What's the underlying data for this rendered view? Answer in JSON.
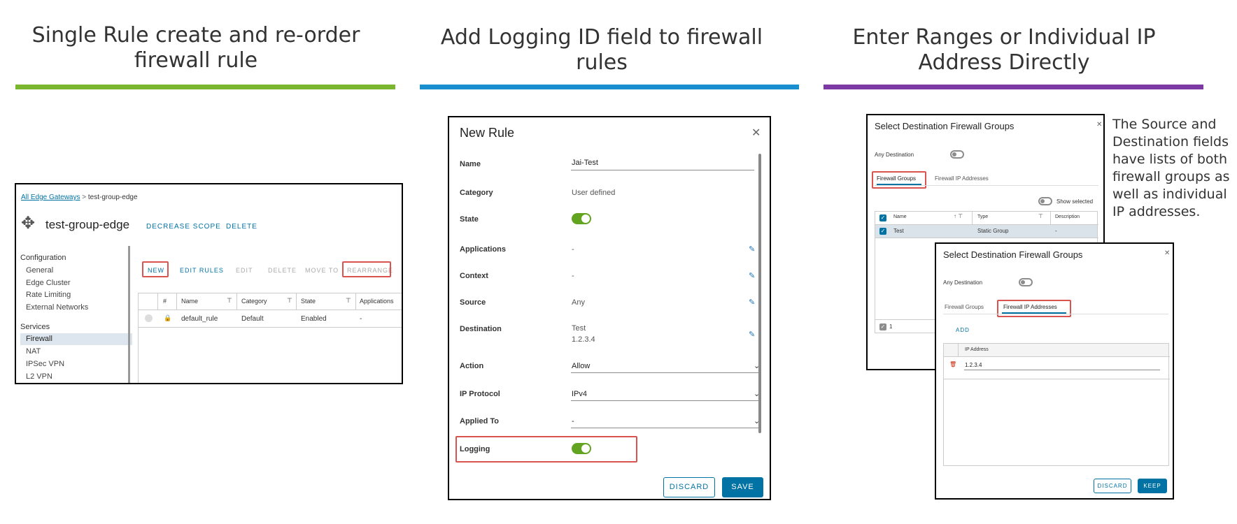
{
  "columns": [
    {
      "title": "Single Rule create and re-order firewall rule",
      "color": "#7ab72f"
    },
    {
      "title": "Add Logging ID field to firewall rules",
      "color": "#1a8fcf"
    },
    {
      "title": "Enter Ranges or Individual IP Address Directly",
      "color": "#7d3aa5"
    }
  ],
  "colors": {
    "accent": "#0072a3",
    "toggle_on": "#62a420",
    "highlight": "#d9534f"
  },
  "edge": {
    "breadcrumb_link": "All Edge Gateways",
    "breadcrumb_sep": ">",
    "breadcrumb_current": "test-group-edge",
    "title": "test-group-edge",
    "icon": "move-arrows-icon",
    "actions": [
      "DECREASE SCOPE",
      "DELETE"
    ],
    "config_heading": "Configuration",
    "config_items": [
      "General",
      "Edge Cluster",
      "Rate Limiting",
      "External Networks"
    ],
    "services_heading": "Services",
    "services_items": [
      "Firewall",
      "NAT",
      "IPSec VPN",
      "L2 VPN"
    ],
    "toolbar": {
      "new": "NEW",
      "edit_rules": "EDIT RULES",
      "edit": "EDIT",
      "delete": "DELETE",
      "move_to": "MOVE TO",
      "rearrange": "REARRANGE"
    },
    "table_headers": [
      "#",
      "Name",
      "Category",
      "State",
      "Applications"
    ],
    "row": {
      "name": "default_rule",
      "category": "Default",
      "state": "Enabled",
      "applications": "-"
    }
  },
  "rule": {
    "title": "New Rule",
    "fields": {
      "name": {
        "label": "Name",
        "value": "Jai-Test"
      },
      "category": {
        "label": "Category",
        "value": "User defined"
      },
      "state": {
        "label": "State"
      },
      "applications": {
        "label": "Applications",
        "value": "-"
      },
      "context": {
        "label": "Context",
        "value": "-"
      },
      "source": {
        "label": "Source",
        "value": "Any"
      },
      "destination": {
        "label": "Destination",
        "value1": "Test",
        "value2": "1.2.3.4"
      },
      "action": {
        "label": "Action",
        "value": "Allow"
      },
      "ip_protocol": {
        "label": "IP Protocol",
        "value": "IPv4"
      },
      "applied_to": {
        "label": "Applied To",
        "value": "-"
      },
      "logging": {
        "label": "Logging"
      }
    },
    "discard": "DISCARD",
    "save": "SAVE"
  },
  "dest1": {
    "title": "Select Destination Firewall Groups",
    "any_destination": "Any Destination",
    "tabs": [
      "Firewall Groups",
      "Firewall IP Addresses"
    ],
    "show_selected": "Show selected",
    "headers": [
      "Name",
      "Type",
      "Description"
    ],
    "row": {
      "name": "Test",
      "type": "Static Group",
      "description": "-"
    },
    "footer_count": "1"
  },
  "dest2": {
    "title": "Select Destination Firewall Groups",
    "any_destination": "Any Destination",
    "tabs": [
      "Firewall Groups",
      "Firewall IP Addresses"
    ],
    "add": "ADD",
    "header": "IP Address",
    "ip": "1.2.3.4",
    "discard": "DISCARD",
    "keep": "KEEP"
  },
  "side_note": "The Source and Destination fields have lists of both firewall groups as well as individual IP addresses."
}
